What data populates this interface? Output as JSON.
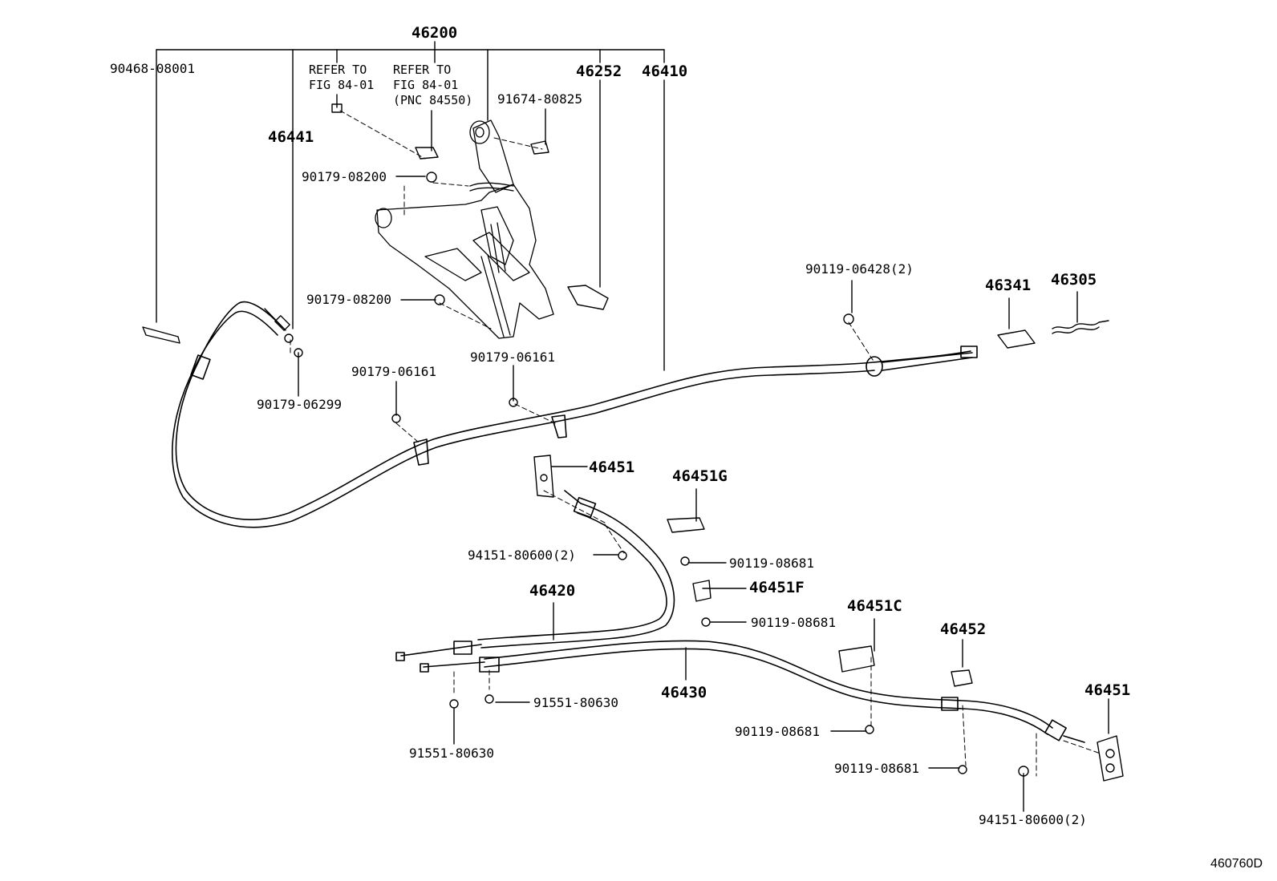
{
  "diagram": {
    "figure_id": "460760D",
    "labels": {
      "p46200": "46200",
      "p90468_08001": "90468-08001",
      "ref1": "REFER TO\nFIG 84-01",
      "ref2": "REFER TO\nFIG 84-01\n(PNC 84550)",
      "p46252": "46252",
      "p46410": "46410",
      "p91674_80825": "91674-80825",
      "p46441": "46441",
      "p90179_08200_a": "90179-08200",
      "p90179_08200_b": "90179-08200",
      "p90179_06161_a": "90179-06161",
      "p90179_06161_b": "90179-06161",
      "p90179_06299": "90179-06299",
      "p90119_06428": "90119-06428(2)",
      "p46341": "46341",
      "p46305": "46305",
      "p46451_a": "46451",
      "p46451G": "46451G",
      "p94151_80600_a": "94151-80600(2)",
      "p90119_08681_a": "90119-08681",
      "p46420": "46420",
      "p46451F": "46451F",
      "p90119_08681_b": "90119-08681",
      "p46451C": "46451C",
      "p46452": "46452",
      "p46430": "46430",
      "p91551_80630_a": "91551-80630",
      "p91551_80630_b": "91551-80630",
      "p46451_b": "46451",
      "p90119_08681_c": "90119-08681",
      "p90119_08681_d": "90119-08681",
      "p94151_80600_b": "94151-80600(2)"
    }
  }
}
